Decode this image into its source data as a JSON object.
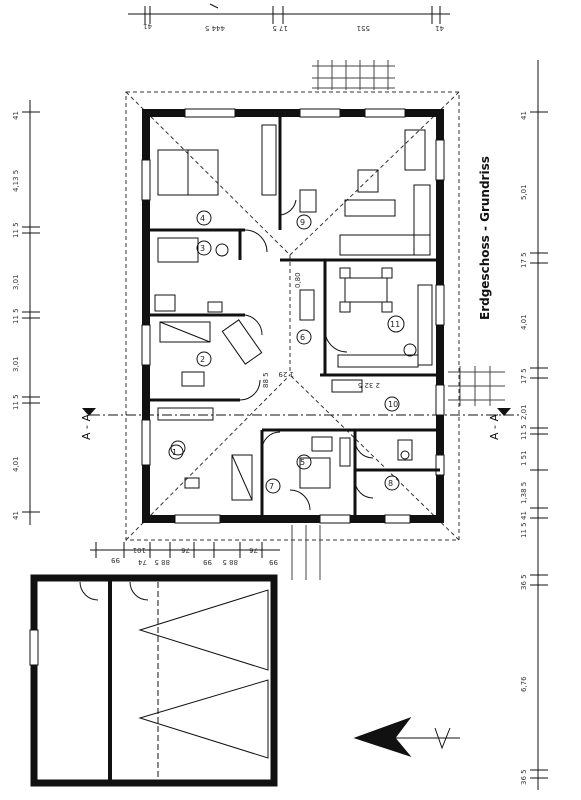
{
  "title": "Erdgeschoss - Grundriss",
  "section_marker": "A - A",
  "room_numbers": [
    "1",
    "2",
    "3",
    "4",
    "5",
    "6",
    "7",
    "8",
    "9",
    "10",
    "11"
  ],
  "room_annotations": [
    "0,80",
    "88 5",
    "1 29",
    "2 32 5"
  ],
  "dimensions": {
    "top": [
      "41",
      "444 5",
      "17 5",
      "551",
      "41"
    ],
    "bottom": [
      "99",
      "101",
      "74",
      "88 5",
      "76",
      "99",
      "88 5",
      "76",
      "99"
    ],
    "left": [
      "41",
      "4,13 5",
      "11 5",
      "3,01",
      "11 5",
      "3,01",
      "11 5",
      "4,01",
      "41"
    ],
    "right": [
      "41",
      "5,01",
      "17 5",
      "4,01",
      "17 5",
      "2,01",
      "11 5",
      "1 51",
      "1,38 5",
      "41",
      "11 5",
      "36 5",
      "6,76",
      "36 5"
    ]
  },
  "colors": {
    "ink": "#111111",
    "paper": "#ffffff",
    "grid": "#444444"
  },
  "icons": [
    "north-arrow-icon",
    "section-arrow-icon"
  ]
}
